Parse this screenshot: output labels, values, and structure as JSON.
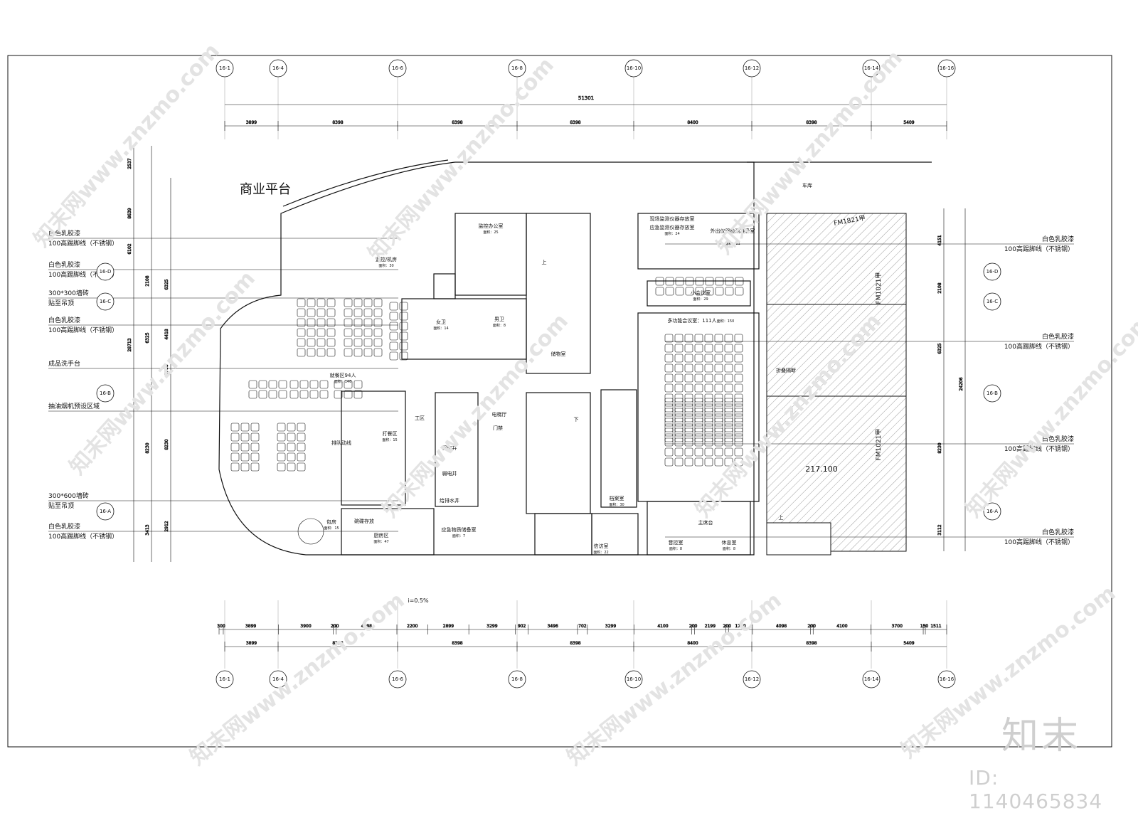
{
  "title": "商业平台",
  "watermark": {
    "site": "znzmo.com",
    "site_full": "知末网www.znzmo.com",
    "brand": "知末",
    "id": "ID: 1140465834"
  },
  "axes_x": [
    "16-1",
    "16-4",
    "16-6",
    "16-8",
    "16-10",
    "16-12",
    "16-14",
    "16-16"
  ],
  "axes_y": [
    "16-D",
    "16-C",
    "16-B",
    "16-A"
  ],
  "dim_top_total": "51301",
  "dim_top_segments": [
    "3899",
    "8398",
    "8398",
    "8398",
    "8400",
    "8398",
    "5409"
  ],
  "dim_bottom_detail": [
    "300",
    "3899",
    "3900",
    "200",
    "4298",
    "2200",
    "2899",
    "3299",
    "902",
    "3496",
    "702",
    "3299",
    "4100",
    "200",
    "2199",
    "200",
    "1700",
    "4098",
    "200",
    "4100",
    "3700",
    "150",
    "1511"
  ],
  "dim_bottom_segments": [
    "3899",
    "8398",
    "8398",
    "8398",
    "8400",
    "8398",
    "5409"
  ],
  "dim_left_outer": [
    "2537",
    "8639",
    "6102",
    "28713"
  ],
  "dim_left_inner": [
    "2108",
    "6325",
    "4418",
    "1706",
    "8230",
    "8230",
    "3413",
    "2912",
    "6325"
  ],
  "dim_right": [
    "4151",
    "2108",
    "6325",
    "24206",
    "8230",
    "3112"
  ],
  "left_notes": [
    {
      "a": "白色乳胶漆",
      "b": "100高踢脚线（不锈钢）"
    },
    {
      "a": "白色乳胶漆",
      "b": "100高踢脚线（不锈钢）"
    },
    {
      "a": "300*300墙砖",
      "b": "贴至吊顶"
    },
    {
      "a": "白色乳胶漆",
      "b": "100高踢脚线（不锈钢）"
    },
    {
      "a": "成品洗手台",
      "b": ""
    },
    {
      "a": "抽油烟机预设区域",
      "b": ""
    },
    {
      "a": "300*600墙砖",
      "b": "贴至吊顶"
    },
    {
      "a": "白色乳胶漆",
      "b": "100高踢脚线（不锈钢）"
    }
  ],
  "right_notes": [
    {
      "a": "白色乳胶漆",
      "b": "100高踢脚线（不锈钢）"
    },
    {
      "a": "白色乳胶漆",
      "b": "100高踢脚线（不锈钢）"
    },
    {
      "a": "白色乳胶漆",
      "b": "100高踢脚线（不锈钢）"
    },
    {
      "a": "白色乳胶漆",
      "b": "100高踢脚线（不锈钢）"
    }
  ],
  "rooms": {
    "monitor_office": "监控办公室",
    "monitor_office_area": "面积：25",
    "monitor_server": "监控/机房",
    "monitor_server_area": "面积：30",
    "women_wc": "女卫",
    "women_wc_area": "面积：14",
    "men_wc": "男卫",
    "men_wc_area": "面积：8",
    "storage": "储物室",
    "site_instruments": "现场监测仪器存放室",
    "emergency_instruments": "应急监测仪器存放室",
    "emergency_instruments_area": "面积：24",
    "external_instruments": "外出仪器检测准备室",
    "external_instruments_area": "面积：11",
    "small_meeting": "小会议室",
    "small_meeting_area": "面积：29",
    "multi_meeting": "多功能会议室：111人",
    "multi_meeting_area": "面积：150",
    "dining": "就餐区94人",
    "dining_area": "面积：146",
    "queue": "排队动线",
    "serving": "打餐区",
    "serving_area": "面积：15",
    "kitchen_side": "工区",
    "elevator_hall": "电梯厅",
    "access": "门禁",
    "strong_shaft": "强电井",
    "weak_shaft": "弱电井",
    "water_shaft": "给排水井",
    "emergency_storage": "应急物质储备室",
    "emergency_storage_area": "面积：7",
    "dish_storage": "碗碟存放",
    "private_room": "包房",
    "private_room_area": "面积：15",
    "kitchen": "厨房区",
    "kitchen_area": "面积：47",
    "archive": "档案室",
    "archive_area": "面积：30",
    "reception": "信访室",
    "reception_area": "面积：22",
    "sound_control": "音控室",
    "sound_control_area": "面积：8",
    "lounge": "休息室",
    "lounge_area": "面积：8",
    "rostrum": "主席台",
    "garage": "车库",
    "folding_partition": "折叠隔断",
    "up": "上",
    "down": "下",
    "door_fm1821": "FM1821甲",
    "door_fm1021a": "FM1021甲",
    "door_fm1021b": "FM1021甲",
    "elevation": "217.100",
    "slope": "i=0.5%"
  },
  "colors": {
    "line": "#111111",
    "hatch": "#888888",
    "watermark": "#e3e3e3"
  }
}
